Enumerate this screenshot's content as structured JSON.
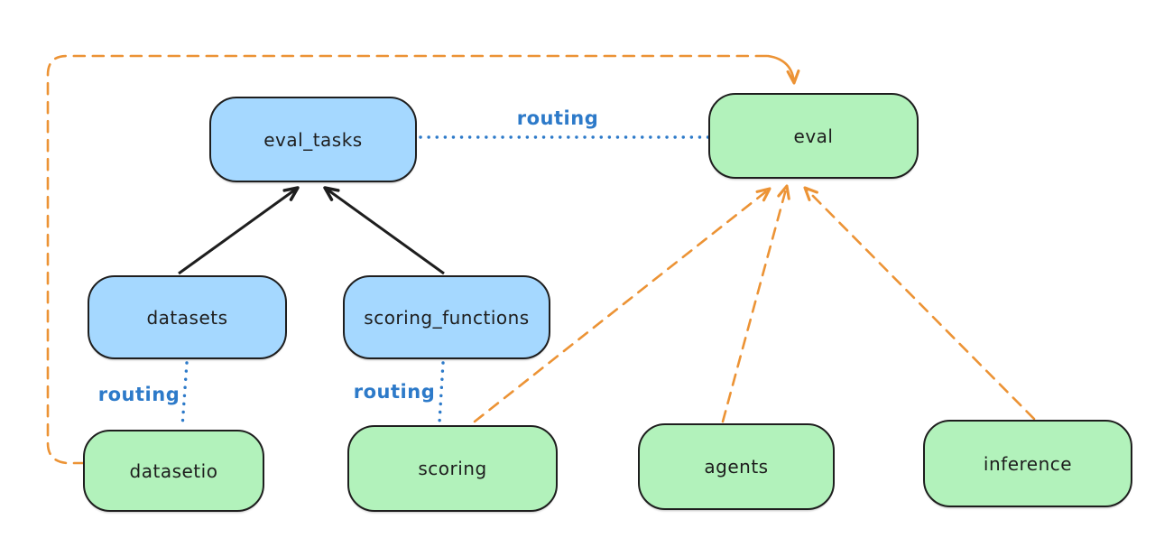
{
  "colors": {
    "background": "#ffffff",
    "stroke": "#1e1e1e",
    "node_blue_fill": "#a5d8ff",
    "node_green_fill": "#b2f2bb",
    "routing_blue": "#2d7ac9",
    "orange": "#ec9335"
  },
  "nodes": [
    {
      "id": "eval_tasks",
      "label": "eval_tasks",
      "fill": "blue"
    },
    {
      "id": "eval",
      "label": "eval",
      "fill": "green"
    },
    {
      "id": "datasets",
      "label": "datasets",
      "fill": "blue"
    },
    {
      "id": "scoring_functions",
      "label": "scoring_functions",
      "fill": "blue"
    },
    {
      "id": "datasetio",
      "label": "datasetio",
      "fill": "green"
    },
    {
      "id": "scoring",
      "label": "scoring",
      "fill": "green"
    },
    {
      "id": "agents",
      "label": "agents",
      "fill": "green"
    },
    {
      "id": "inference",
      "label": "inference",
      "fill": "green"
    }
  ],
  "edges": [
    {
      "from": "datasets",
      "to": "eval_tasks",
      "style": "solid-arrow",
      "color": "black",
      "label": ""
    },
    {
      "from": "scoring_functions",
      "to": "eval_tasks",
      "style": "solid-arrow",
      "color": "black",
      "label": ""
    },
    {
      "from": "eval_tasks",
      "to": "eval",
      "style": "dotted",
      "color": "blue",
      "label": "routing"
    },
    {
      "from": "datasets",
      "to": "datasetio",
      "style": "dotted",
      "color": "blue",
      "label": "routing"
    },
    {
      "from": "scoring_functions",
      "to": "scoring",
      "style": "dotted",
      "color": "blue",
      "label": "routing"
    },
    {
      "from": "datasetio",
      "to": "eval",
      "style": "dashed-arrow",
      "color": "orange",
      "label": ""
    },
    {
      "from": "scoring",
      "to": "eval",
      "style": "dashed-arrow",
      "color": "orange",
      "label": ""
    },
    {
      "from": "agents",
      "to": "eval",
      "style": "dashed-arrow",
      "color": "orange",
      "label": ""
    },
    {
      "from": "inference",
      "to": "eval",
      "style": "dashed-arrow",
      "color": "orange",
      "label": ""
    }
  ]
}
